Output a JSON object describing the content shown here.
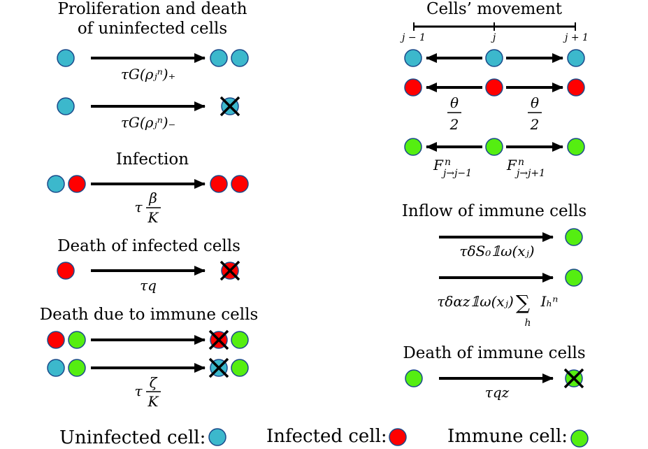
{
  "colors": {
    "uninfected": "#3cb8cc",
    "infected": "#ff0000",
    "immune": "#55ee11",
    "arrow": "#000000"
  },
  "left": {
    "proliferation_title_1": "Proliferation and death",
    "proliferation_title_2": "of uninfected cells",
    "growth_rate": "τG(ρⱼⁿ)₊",
    "death_rate": "τG(ρⱼⁿ)₋",
    "infection_title": "Infection",
    "infection_rate_tau": "τ",
    "infection_rate_num": "β",
    "infection_rate_den": "K",
    "death_infected_title": "Death of infected cells",
    "death_infected_rate": "τq",
    "death_immune_title": "Death due to immune cells",
    "death_immune_rate_tau": "τ",
    "death_immune_rate_num": "ζ",
    "death_immune_rate_den": "K"
  },
  "right": {
    "movement_title": "Cells’ movement",
    "grid_labels": [
      "j − 1",
      "j",
      "j + 1"
    ],
    "theta_num": "θ",
    "theta_den": "2",
    "flux_left": "F",
    "flux_left_sup": "n",
    "flux_left_sub": "j→j−1",
    "flux_right": "F",
    "flux_right_sup": "n",
    "flux_right_sub": "j→j+1",
    "inflow_title": "Inflow of immune cells",
    "inflow_rate_1": "τδS₀𝟙ω(xⱼ)",
    "inflow_rate_2a": "τδαz𝟙ω(xⱼ)",
    "inflow_rate_2_sum": "∑",
    "inflow_rate_2_sum_sub": "h",
    "inflow_rate_2b": "Iₕⁿ",
    "death_immune_cells_title": "Death of immune cells",
    "death_immune_cells_rate": "τqz"
  },
  "legend": {
    "uninfected_label": "Uninfected cell:",
    "infected_label": "Infected cell:",
    "immune_label": "Immune cell:"
  }
}
